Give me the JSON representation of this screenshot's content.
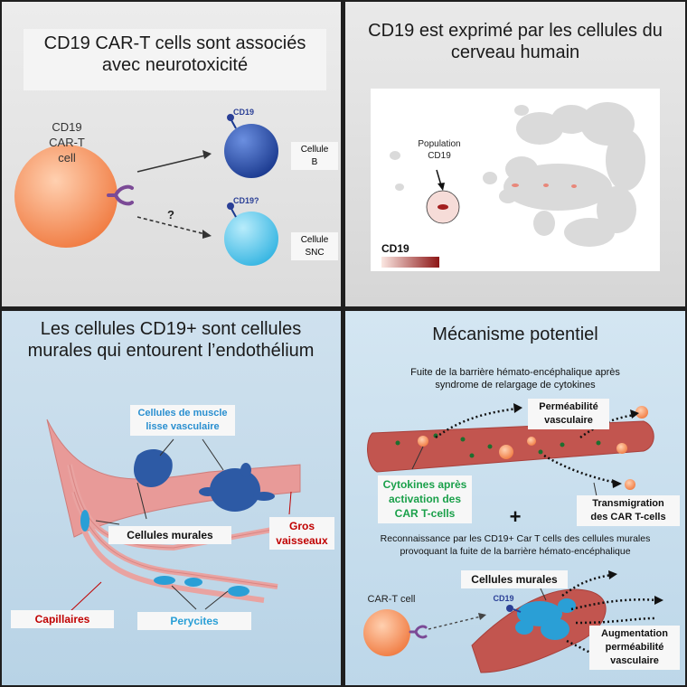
{
  "panel1": {
    "title": "CD19 CAR-T cells sont associés avec neurotoxicité",
    "cart_label": "CD19\nCAR-T cell",
    "cd19_label": "CD19",
    "cd19q_label": "CD19?",
    "question_mark": "?",
    "cell_b_label": "Cellule\nB",
    "cell_snc_label": "Cellule\nSNC"
  },
  "panel2": {
    "title": "CD19 est exprimé par les cellules du cerveau humain",
    "population_label": "Population\nCD19",
    "colorbar_label": "CD19"
  },
  "panel3": {
    "title": "Les cellules CD19+ sont cellules murales qui entourent l’endothélium",
    "smooth_muscle": "Cellules de muscle\nlisse vasculaire",
    "mural_cells": "Cellules murales",
    "large_vessels": "Gros\nvaisseaux",
    "capillaries": "Capillaires",
    "pericytes": "Perycites"
  },
  "panel4": {
    "title": "Mécanisme potentiel",
    "subtitle": "Fuite de la barrière hémato-encéphalique après\nsyndrome de relargage de cytokines",
    "permeability": "Perméabilité\nvasculaire",
    "cytokines": "Cytokines après\nactivation des\nCAR T-cells",
    "transmigration": "Transmigration\ndes CAR T-cells",
    "plus": "+",
    "recognition": "Reconnaissance par les CD19+ Car T cells des cellules murales\nprovoquant la fuite de la barrière hémato-encéphalique",
    "mural_cells": "Cellules murales",
    "cart_label": "CAR-T cell",
    "cd19_label": "CD19",
    "increase_permeability": "Augmentation\nperméabilité\nvasculaire"
  },
  "colors": {
    "cart_orange": "#f39a6a",
    "b_cell_blue": "#2b4fa8",
    "snc_cyan": "#4fc3e8",
    "vessel_red": "#c0504d",
    "vessel_pink": "#e89a98",
    "mural_blue": "#2e5faa",
    "pericyte_cyan": "#2a9fd6",
    "cytokine_green": "#1e8a3a",
    "label_red": "#c00000",
    "label_green": "#1aa04a"
  }
}
